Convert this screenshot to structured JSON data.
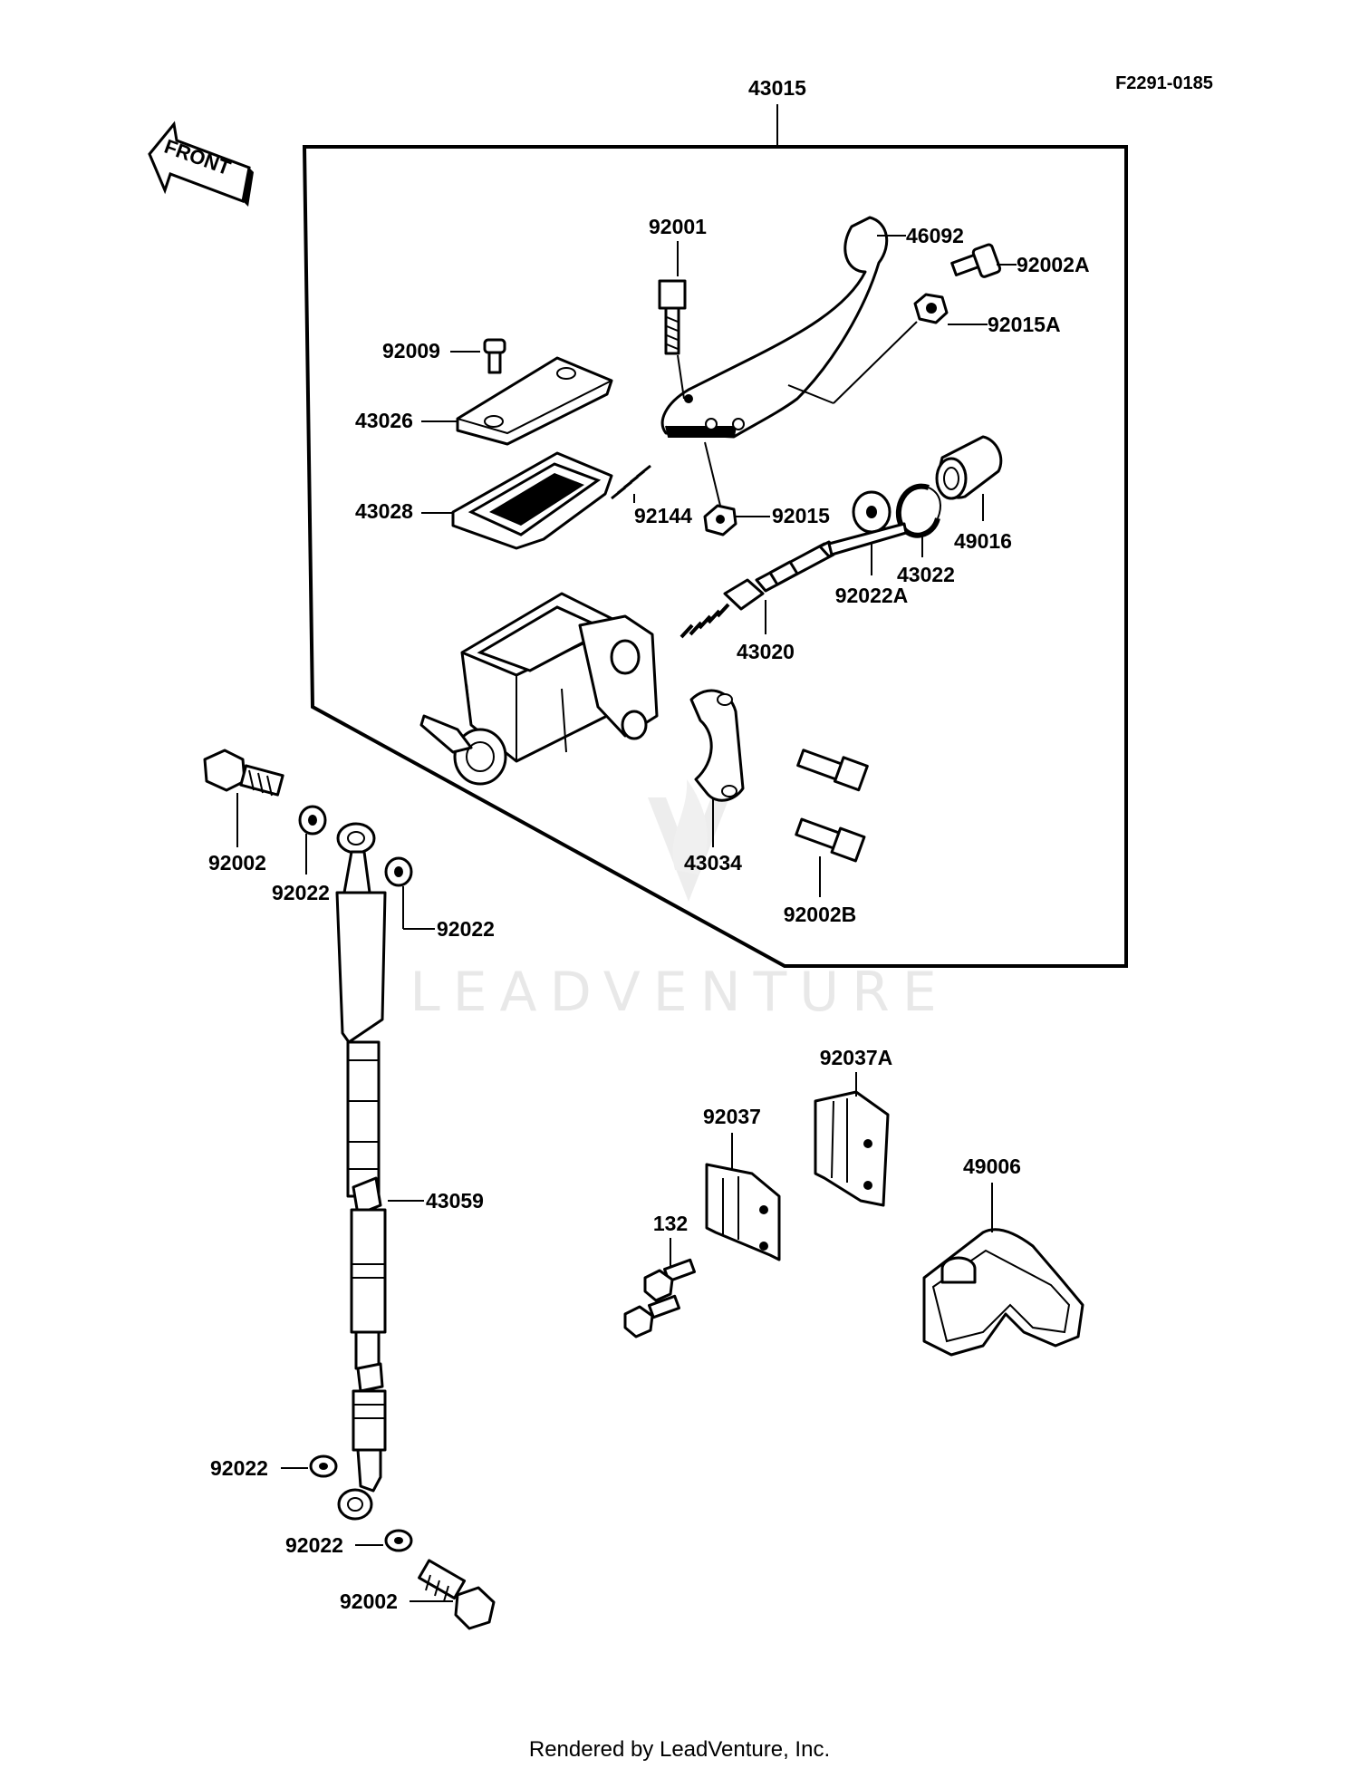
{
  "drawing_code": "F2291-0185",
  "assembly_number": "43015",
  "front_label": "FRONT",
  "watermark": "LEADVENTURE",
  "footer": "Rendered by LeadVenture, Inc.",
  "labels": {
    "p92001": "92001",
    "p46092": "46092",
    "p92002A": "92002A",
    "p92015A": "92015A",
    "p92009": "92009",
    "p43026": "43026",
    "p43028": "43028",
    "p92144": "92144",
    "p92015": "92015",
    "p92022A": "92022A",
    "p43022": "43022",
    "p49016": "49016",
    "p43020": "43020",
    "p43034": "43034",
    "p92002B": "92002B",
    "p92002_top": "92002",
    "p92022_a": "92022",
    "p92022_b": "92022",
    "p43059": "43059",
    "p92022_c": "92022",
    "p92022_d": "92022",
    "p92002_bottom": "92002",
    "p92037A": "92037A",
    "p92037": "92037",
    "p49006": "49006",
    "p132": "132"
  }
}
